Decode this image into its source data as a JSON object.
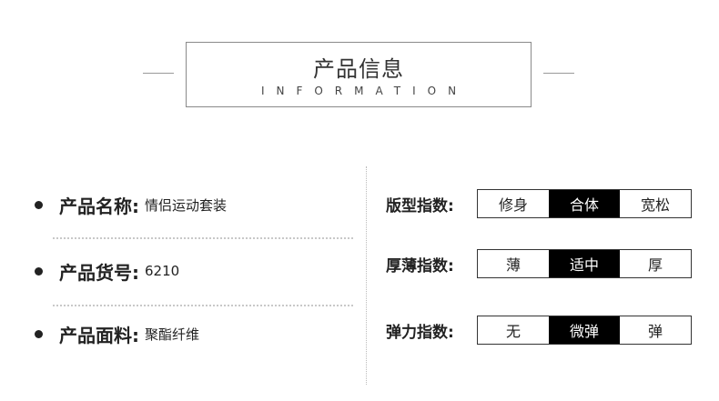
{
  "header": {
    "title_cn": "产品信息",
    "title_en": "INFORMATION"
  },
  "product_info": [
    {
      "label": "产品名称:",
      "value": "情侣运动套装"
    },
    {
      "label": "产品货号:",
      "value": "6210"
    },
    {
      "label": "产品面料:",
      "value": "聚酯纤维"
    }
  ],
  "indices": [
    {
      "label": "版型指数:",
      "options": [
        "修身",
        "合体",
        "宽松"
      ],
      "selected": 1
    },
    {
      "label": "厚薄指数:",
      "options": [
        "薄",
        "适中",
        "厚"
      ],
      "selected": 1
    },
    {
      "label": "弹力指数:",
      "options": [
        "无",
        "微弹",
        "弹"
      ],
      "selected": 1
    }
  ],
  "colors": {
    "selected_bg": "#000000",
    "selected_text": "#ffffff",
    "text": "#222222"
  }
}
